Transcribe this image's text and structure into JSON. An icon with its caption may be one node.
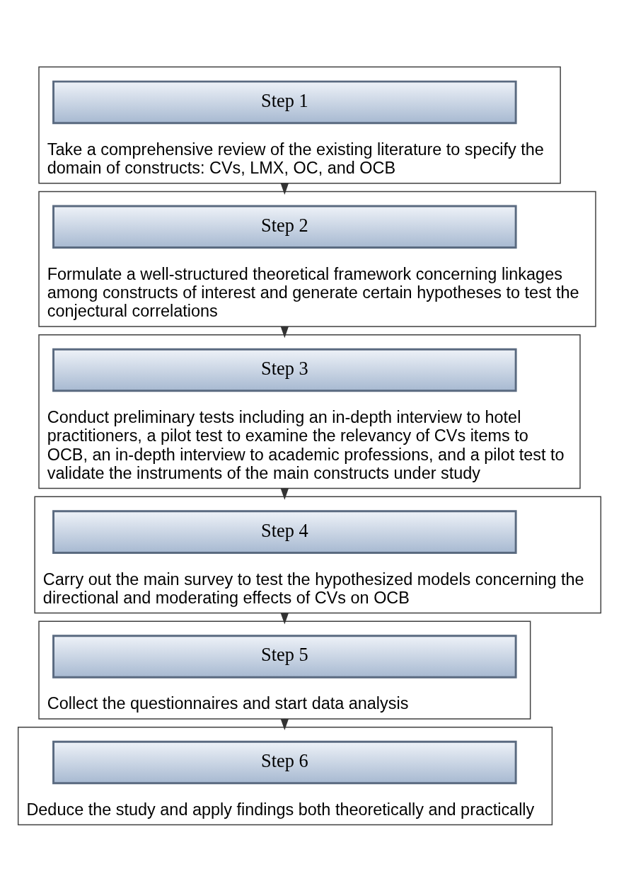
{
  "diagram": {
    "nodes": [
      {
        "text": [
          "Take a comprehensive review of the existing literature to specify the domain of constructs: CVs, LMX, OC, and OCB"
        ]
      },
      {
        "text": [
          "Step 1"
        ],
        "in": 0
      },
      {
        "text": [
          "Formulate a well-structured theoretical framework concerning linkages among constructs of interest and generate certain hypotheses to test the conjectural correlations"
        ]
      },
      {
        "text": [
          "Step 2"
        ],
        "in": 2
      },
      {
        "text": [
          "Conduct preliminary tests including an in-depth interview to hotel practitioners, a pilot test to examine the relevancy of CVs items to OCB, an in-depth interview to academic professions, and a pilot test to validate the instruments of the main constructs under study"
        ]
      },
      {
        "text": [
          "Step 3"
        ],
        "in": 4
      },
      {
        "text": [
          "Carry out the main survey to test the hypothesized models concerning the directional and moderating effects of CVs on OCB"
        ]
      },
      {
        "text": [
          "Step 4"
        ],
        "in": 6
      },
      {
        "text": [
          "Collect the questionnaires and start data analysis"
        ]
      },
      {
        "text": [
          "Step 5"
        ],
        "in": 8
      },
      {
        "text": [
          "Deduce the study and apply findings both theoretically and practically"
        ]
      },
      {
        "text": [
          "Step 6"
        ],
        "in": 10
      }
    ],
    "edges": [
      {
        "from": 0,
        "to": 2,
        "arrow": "to"
      },
      {
        "from": 2,
        "to": 4,
        "arrow": "to"
      },
      {
        "from": 4,
        "to": 6,
        "arrow": "to"
      },
      {
        "from": 6,
        "to": 8,
        "arrow": "to"
      },
      {
        "from": 8,
        "to": 10,
        "arrow": "to"
      }
    ]
  }
}
